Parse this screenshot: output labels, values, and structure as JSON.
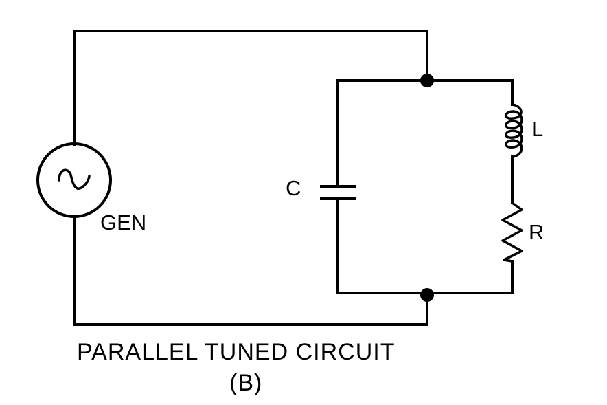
{
  "labels": {
    "generator": "GEN",
    "capacitor": "C",
    "inductor": "L",
    "resistor": "R"
  },
  "caption": {
    "title": "PARALLEL TUNED CIRCUIT",
    "subtitle": "(B)"
  },
  "colors": {
    "ink": "#000000",
    "background": "#ffffff"
  }
}
